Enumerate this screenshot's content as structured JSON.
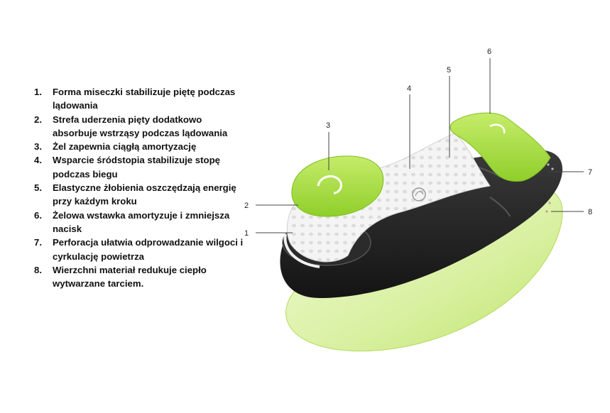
{
  "legend": [
    {
      "num": "1.",
      "text": "Forma miseczki stabilizuje piętę podczas lądowania"
    },
    {
      "num": "2.",
      "text": "Strefa uderzenia pięty dodatkowo absorbuje wstrząsy podczas lądowania"
    },
    {
      "num": "3.",
      "text": "Żel zapewnia ciągłą amortyzację"
    },
    {
      "num": "4.",
      "text": "Wsparcie śródstopia stabilizuje stopę podczas biegu"
    },
    {
      "num": "5.",
      "text": "Elastyczne żłobienia oszczędzają energię przy każdym kroku"
    },
    {
      "num": "6.",
      "text": "Żelowa wstawka amortyzuje i zmniejsza nacisk"
    },
    {
      "num": "7.",
      "text": "Perforacja ułatwia odprowadzanie wilgoci i cyrkulację powietrza"
    },
    {
      "num": "8.",
      "text": " Wierzchni materiał redukuje ciepło wytwarzane tarciem."
    }
  ],
  "callouts": [
    "1",
    "2",
    "3",
    "4",
    "5",
    "6",
    "7",
    "8"
  ],
  "colors": {
    "lime_green": "#8fcf2a",
    "light_green": "#d8f0a0",
    "black_shell": "#1f1f1f",
    "white_mesh": "#f2f2f2"
  }
}
